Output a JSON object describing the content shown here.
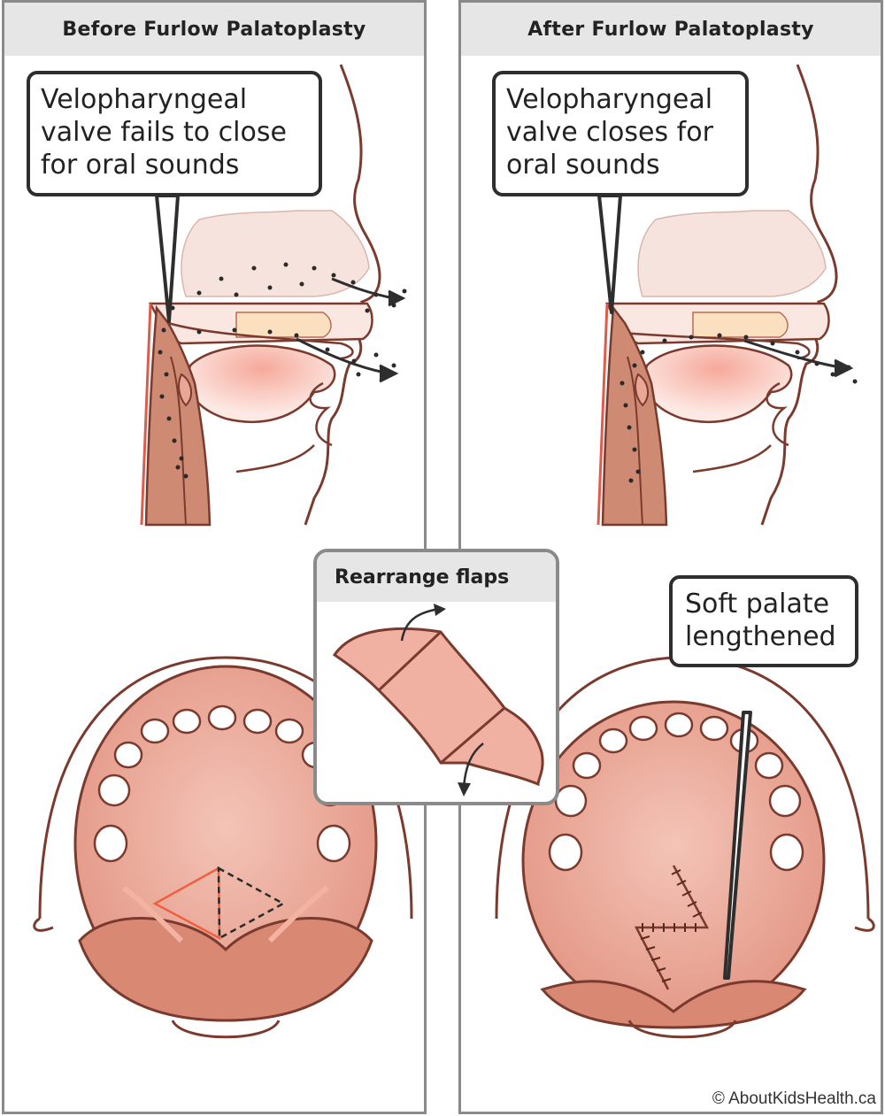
{
  "panels": {
    "before": {
      "title": "Before Furlow Palatoplasty",
      "callout": "Velopharyngeal\nvalve fails to close\nfor oral sounds"
    },
    "after": {
      "title": "After Furlow Palatoplasty",
      "callout": "Velopharyngeal\nvalve closes for\noral sounds"
    }
  },
  "inset": {
    "title": "Rearrange flaps"
  },
  "soft_palate_callout": "Soft palate\nlengthened",
  "credit": "© AboutKidsHealth.ca",
  "colors": {
    "outline": "#7a3b2e",
    "skin": "#f6e3de",
    "palate_pink": "#e99a88",
    "tissue": "#d98873",
    "callout_border": "#2e2e2e",
    "panel_border": "#8a8a8a",
    "header_bg": "#e6e6e6",
    "dot": "#2a2a2a"
  }
}
